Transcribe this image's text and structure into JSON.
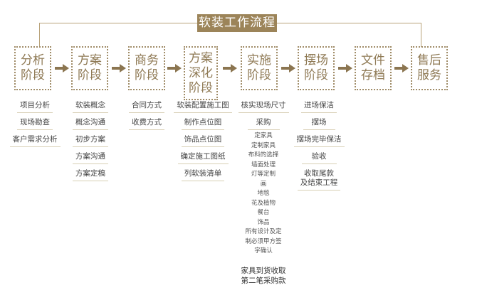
{
  "title": "软装工作流程",
  "colors": {
    "accent": "#9c8459",
    "stage_text": "#8f7a55",
    "arrow": "#8b7550",
    "underline": "#d8cfb4",
    "bracket": "#b9a27a"
  },
  "stages": [
    {
      "line1": "分析",
      "line2": "阶段",
      "line3": "",
      "items": [
        "项目分析",
        "现场勘查",
        "客户需求分析"
      ]
    },
    {
      "line1": "方案",
      "line2": "阶段",
      "line3": "",
      "items": [
        "软装概念",
        "概念沟通",
        "初步方案",
        "方案沟通",
        "方案定稿"
      ]
    },
    {
      "line1": "商务",
      "line2": "阶段",
      "line3": "",
      "items": [
        "合同方式",
        "收费方式"
      ]
    },
    {
      "line1": "方案",
      "line2": "深化",
      "line3": "阶段",
      "items": [
        "软装配置施工图",
        "制作点位图",
        "饰品点位图",
        "确定施工图纸",
        "列软装清单"
      ]
    },
    {
      "line1": "实施",
      "line2": "阶段",
      "line3": "",
      "items": [
        "核实现场尺寸",
        "采购"
      ],
      "purchase_subitems": [
        "定家具",
        "定制家具",
        "布料的选择",
        "墙面处理",
        "灯等定制",
        "画",
        "地毯",
        "花及植物",
        "餐台",
        "饰品",
        "所有设计及定",
        "制必须甲方签",
        "字确认"
      ],
      "note_line1": "家具到货收取",
      "note_line2": "第二笔采购款"
    },
    {
      "line1": "摆场",
      "line2": "阶段",
      "line3": "",
      "items": [
        "进场保洁",
        "摆场",
        "摆场完毕保洁",
        "验收"
      ],
      "final_line1": "收取尾款",
      "final_line2": "及结束工程"
    },
    {
      "line1": "文件",
      "line2": "存档",
      "line3": "",
      "items": []
    },
    {
      "line1": "售后",
      "line2": "服务",
      "line3": "",
      "items": []
    }
  ],
  "icons": {
    "arrow": "right-arrow-icon"
  }
}
